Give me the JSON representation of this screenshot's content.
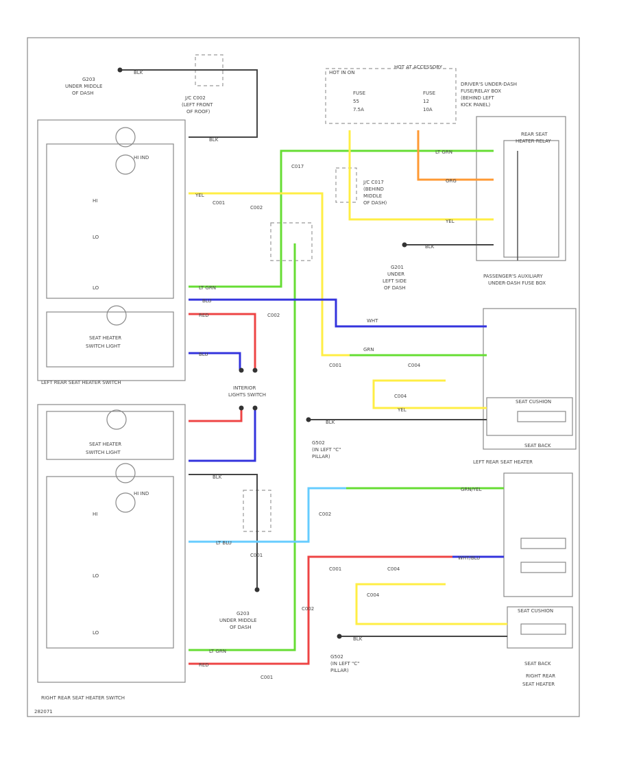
{
  "labels": {
    "g203_top": "G203",
    "g203_top_sub1": "UNDER MIDDLE",
    "g203_top_sub2": "OF DASH",
    "jc_top": "J/C C002",
    "jc_top_sub1": "(LEFT FRONT",
    "jc_top_sub2": "OF ROOF)",
    "hot_run": "HOT IN ON",
    "hot_acc": "HOT AT ACCESSORY",
    "fuse_a": "FUSE",
    "fuse_a_num": "55",
    "fuse_a_amp": "7.5A",
    "fuse_b": "FUSE",
    "fuse_b_num": "12",
    "fuse_b_amp": "10A",
    "drivers_box1": "DRIVER'S UNDER-DASH",
    "drivers_box2": "FUSE/RELAY BOX",
    "drivers_box3": "(BEHIND LEFT",
    "drivers_box4": "KICK PANEL)",
    "rear_seat_relay": "REAR SEAT",
    "rear_seat_relay2": "HEATER RELAY",
    "jc_c017": "J/C C017",
    "jc_c017_sub1": "(BEHIND",
    "jc_c017_sub2": "MIDDLE",
    "jc_c017_sub3": "OF DASH)",
    "g201": "G201",
    "g201_sub1": "UNDER",
    "g201_sub2": "LEFT SIDE",
    "g201_sub3": "OF DASH",
    "pass_box1": "PASSENGER'S AUXILIARY",
    "pass_box2": "UNDER-DASH FUSE BOX",
    "left_switch": "LEFT REAR SEAT HEATER SWITCH",
    "right_switch": "RIGHT REAR SEAT HEATER SWITCH",
    "seat_light1": "SEAT HEATER",
    "seat_light2": "SWITCH LIGHT",
    "interior1": "INTERIOR",
    "interior2": "LIGHTS SWITCH",
    "g502": "G502",
    "g502_sub1": "(IN LEFT \"C\"",
    "g502_sub2": "PILLAR)",
    "seat_cushion": "SEAT CUSHION",
    "seat_back": "SEAT BACK",
    "left_heater": "LEFT REAR SEAT HEATER",
    "right_heater1": "RIGHT REAR",
    "right_heater2": "SEAT HEATER",
    "g203_bot": "G203",
    "g203_bot_sub1": "UNDER MIDDLE",
    "g203_bot_sub2": "OF DASH",
    "g502_bot": "G502",
    "g502_bot_sub1": "(IN LEFT \"C\"",
    "g502_bot_sub2": "PILLAR)",
    "hi": "HI",
    "lo": "LO",
    "lo2": "LO",
    "hi_r": "HI",
    "lo_r": "LO",
    "lo2_r": "LO",
    "hi_ind": "HI IND",
    "hi_ind_r": "HI IND",
    "c001": "C001",
    "c002": "C002",
    "c004": "C004",
    "c002b": "C002",
    "c001b": "C001",
    "c004b": "C004",
    "c001c": "C001",
    "c002c": "C002",
    "c004c": "C004",
    "c001d": "C001",
    "c002d": "C002",
    "c004d": "C004",
    "c001e": "C001",
    "c017": "C017",
    "blk": "BLK",
    "yel": "YEL",
    "lt_grn": "LT GRN",
    "grn": "GRN",
    "wht": "WHT",
    "red": "RED",
    "blu": "BLU",
    "org": "ORG",
    "lt_blu": "LT BLU",
    "grn_yel": "GRN/YEL",
    "wht_blu": "WHT/BLU",
    "footer": "282071"
  }
}
